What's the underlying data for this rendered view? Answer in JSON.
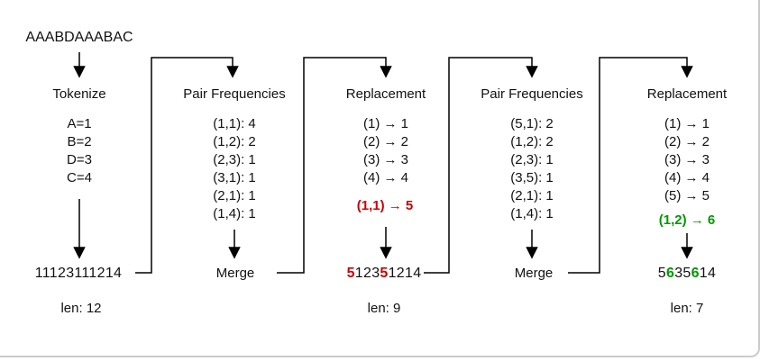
{
  "input_string": "AAABDAAABAC",
  "colors": {
    "merge_rule_step1": "#cc0000",
    "merge_rule_step2": "#009900",
    "connector_line": "#000000",
    "card_border": "#cbcbcb"
  },
  "stages": {
    "tokenize": {
      "title": "Tokenize",
      "mappings": [
        "A=1",
        "B=2",
        "D=3",
        "C=4"
      ],
      "output": "11123111214",
      "length_label": "len: 12"
    },
    "pair_freq_1": {
      "title": "Pair Frequencies",
      "items": [
        "(1,1): 4",
        "(1,2): 2",
        "(2,3): 1",
        "(3,1): 1",
        "(2,1): 1",
        "(1,4): 1"
      ],
      "action_label": "Merge"
    },
    "replacement_1": {
      "title": "Replacement",
      "rules": [
        "(1) → 1",
        "(2) → 2",
        "(3) → 3",
        "(4) → 4"
      ],
      "new_rule": "(1,1) → 5",
      "output_parts": [
        {
          "text": "5",
          "highlight": true
        },
        {
          "text": "123",
          "highlight": false
        },
        {
          "text": "5",
          "highlight": true
        },
        {
          "text": "1214",
          "highlight": false
        }
      ],
      "length_label": "len: 9"
    },
    "pair_freq_2": {
      "title": "Pair Frequencies",
      "items": [
        "(5,1): 2",
        "(1,2): 2",
        "(2,3): 1",
        "(3,5): 1",
        "(2,1): 1",
        "(1,4): 1"
      ],
      "action_label": "Merge"
    },
    "replacement_2": {
      "title": "Replacement",
      "rules": [
        "(1) → 1",
        "(2) → 2",
        "(3) → 3",
        "(4) → 4",
        "(5) → 5"
      ],
      "new_rule": "(1,2) → 6",
      "output_parts": [
        {
          "text": "5",
          "highlight": false
        },
        {
          "text": "6",
          "highlight": true
        },
        {
          "text": "35",
          "highlight": false
        },
        {
          "text": "6",
          "highlight": true
        },
        {
          "text": "14",
          "highlight": false
        }
      ],
      "length_label": "len: 7"
    }
  }
}
